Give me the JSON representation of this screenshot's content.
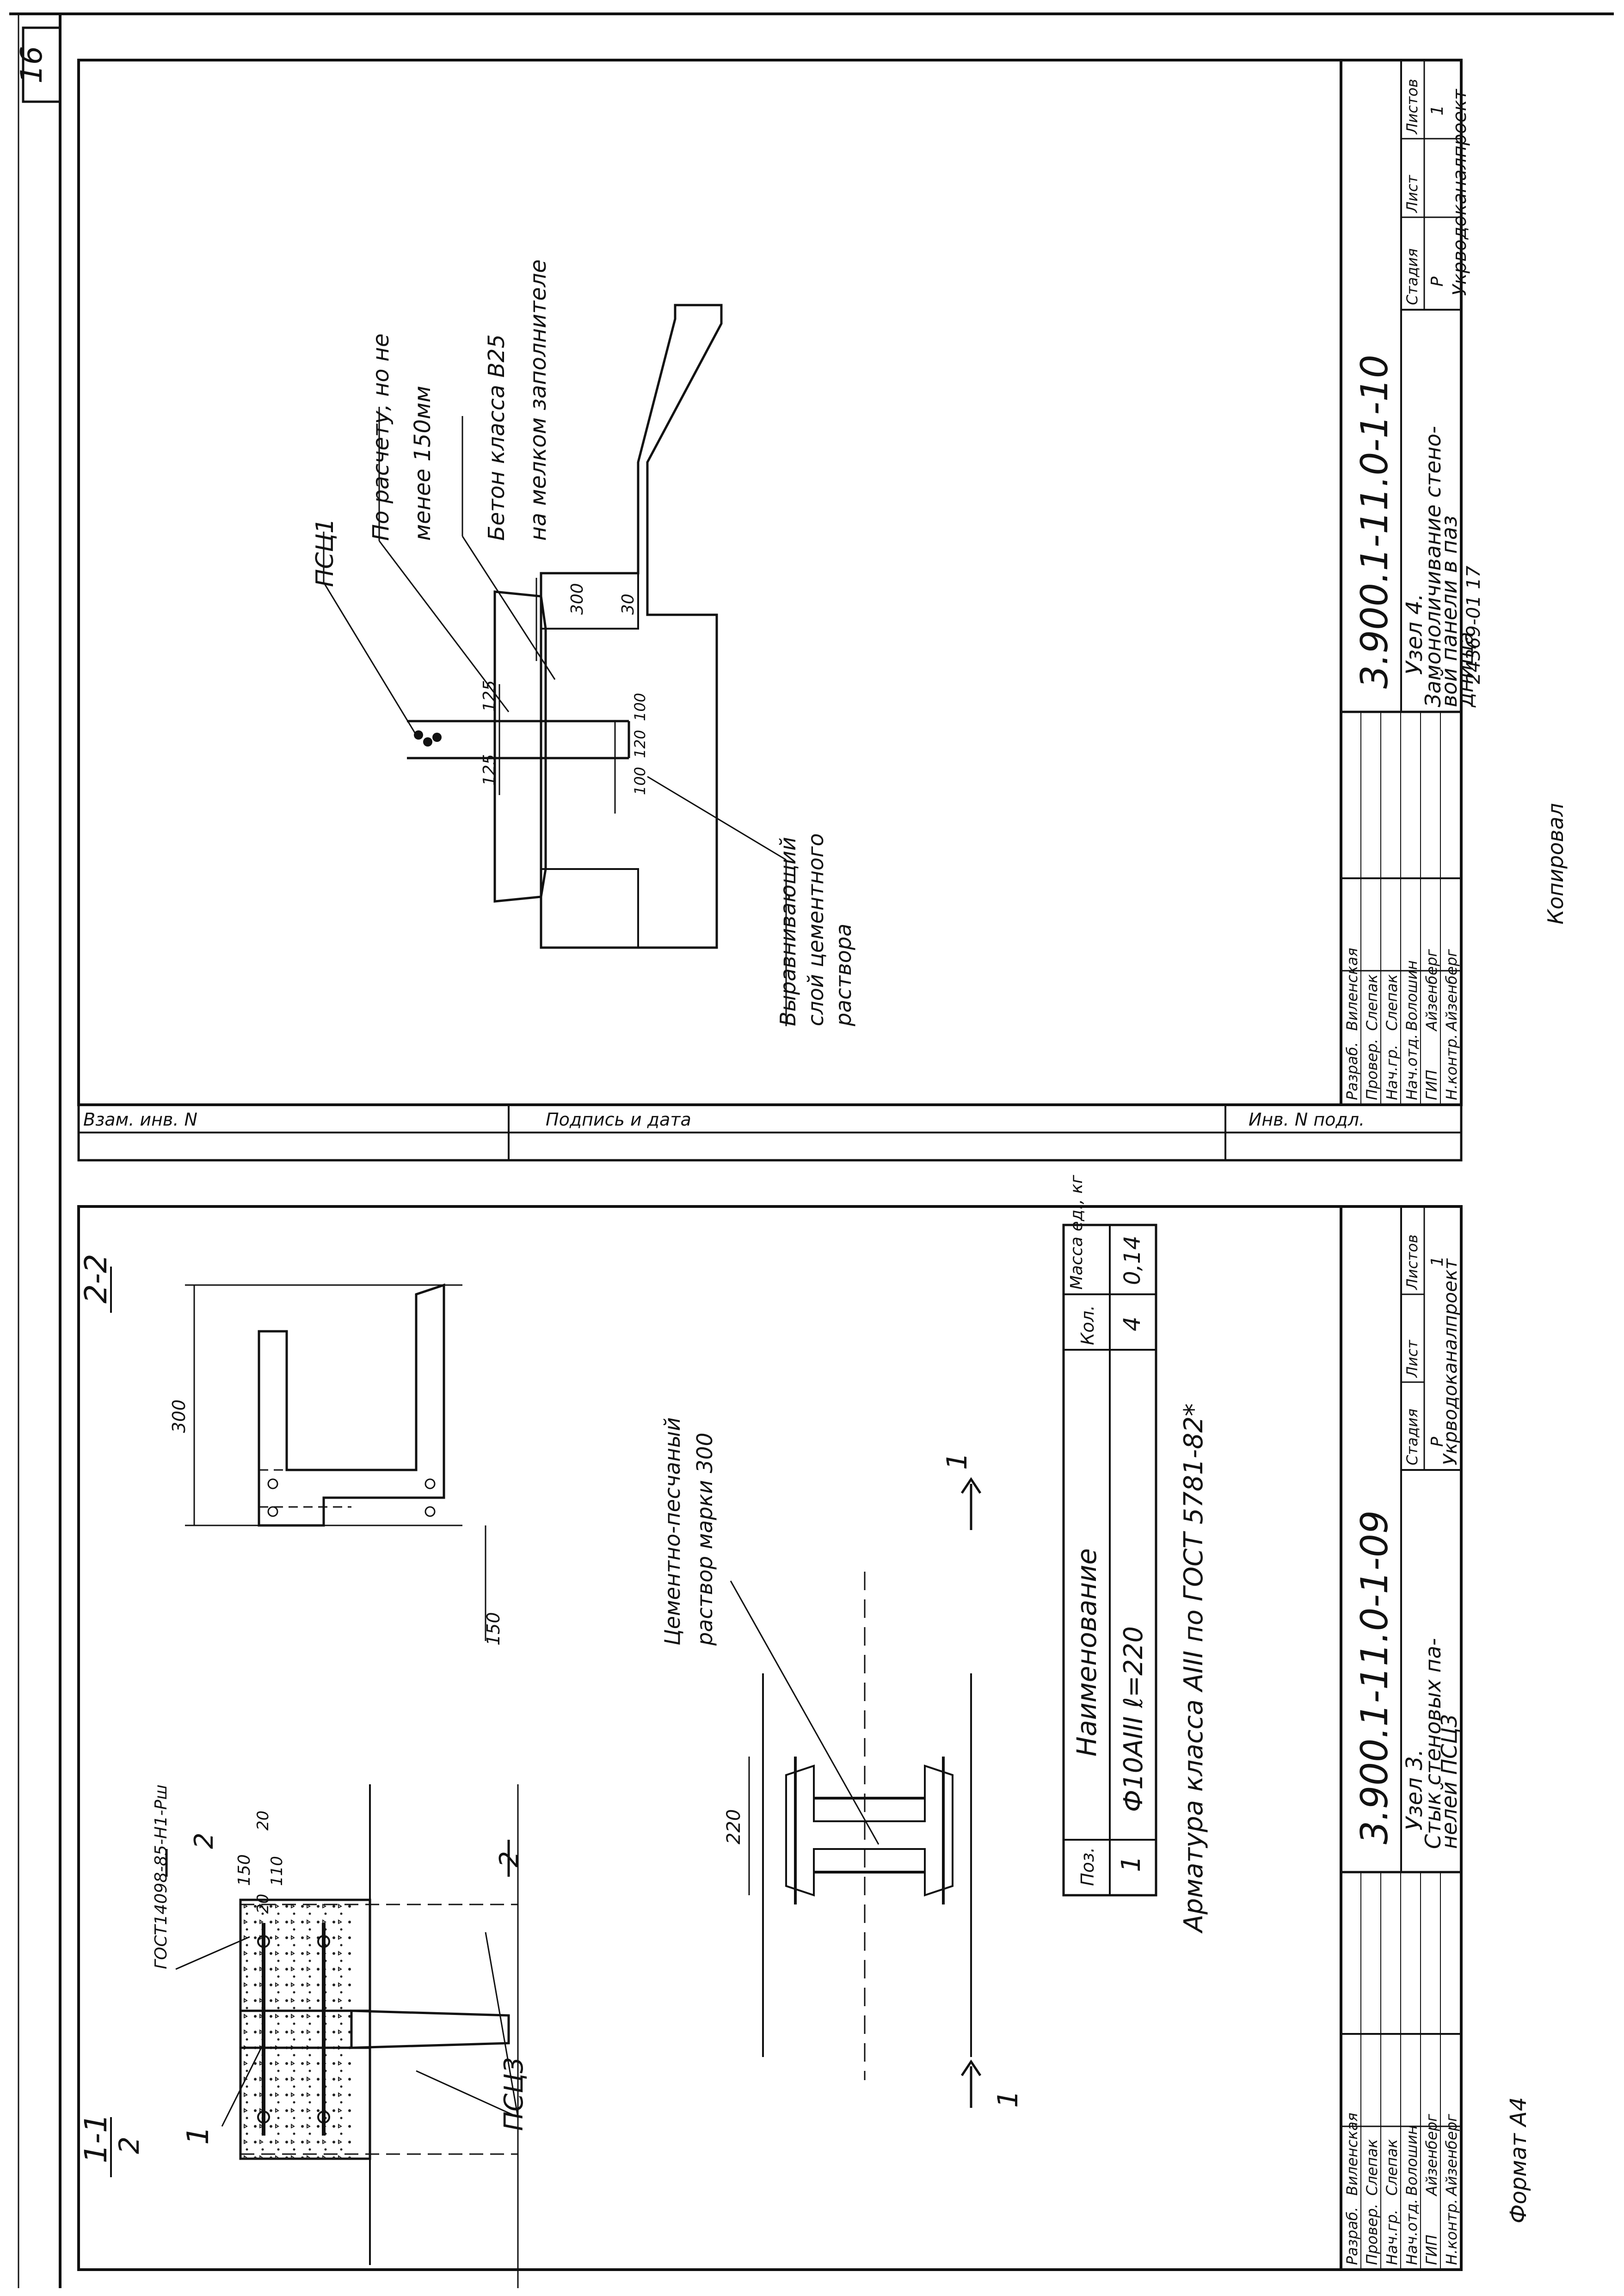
{
  "page_number": "16",
  "format_label": "Формат А4",
  "copied_label": "Копировал",
  "side_strip": [
    "Инв. N подл.",
    "Подпись и дата",
    "Взам. инв. N"
  ],
  "sheet_top": {
    "title_block": {
      "code": "3.900.1-11.0-1-10",
      "title_lines": [
        "Узел 4.",
        "Замоноличивание стено-",
        "вой панели в паз",
        "днища"
      ],
      "headers": [
        "Стадия",
        "Лист",
        "Листов"
      ],
      "values": [
        "Р",
        "",
        "1"
      ],
      "org": "Укрводоканалпроект",
      "doc_number": "24369-01  17",
      "staff": [
        {
          "role": "Разраб.",
          "name": "Виленская"
        },
        {
          "role": "Провер.",
          "name": "Слепак"
        },
        {
          "role": "Нач.гр.",
          "name": "Слепак"
        },
        {
          "role": "Нач.отд.",
          "name": "Волошин"
        },
        {
          "role": "ГИП",
          "name": "Айзенберг"
        },
        {
          "role": "Н.контр.",
          "name": "Айзенберг"
        }
      ]
    },
    "drawing": {
      "callout_1": "ПСЦ1",
      "callout_2a": "По расчету, но не",
      "callout_2b": "менее  150мм",
      "callout_3a": "Бетон класса  В25",
      "callout_3b": "на мелком заполнителе",
      "callout_4a": "Выравнивающий",
      "callout_4b": "слой цементного",
      "callout_4c": "раствора",
      "dim_300": "300",
      "dim_30": "30",
      "dim_125a": "125",
      "dim_125b": "125",
      "dim_100a": "100",
      "dim_100b": "100",
      "dim_120": "120"
    }
  },
  "sheet_bottom": {
    "title_block": {
      "code": "3.900.1-11.0-1-09",
      "title_lines": [
        "Узел 3.",
        "Стык стеновых па-",
        "нелей  ПСЦ3"
      ],
      "headers": [
        "Стадия",
        "Лист",
        "Листов"
      ],
      "values": [
        "Р",
        "",
        "1"
      ],
      "org": "Укрводоканалпроект",
      "staff": [
        {
          "role": "Разраб.",
          "name": "Виленская"
        },
        {
          "role": "Провер.",
          "name": "Слепак"
        },
        {
          "role": "Нач.гр.",
          "name": "Слепак"
        },
        {
          "role": "Нач.отд.",
          "name": "Волошин"
        },
        {
          "role": "ГИП",
          "name": "Айзенберг"
        },
        {
          "role": "Н.контр.",
          "name": "Айзенберг"
        }
      ]
    },
    "section_11": "1-1",
    "section_11_sub": "2",
    "section_22": "2-2",
    "gost_label": "ГОСТ14098-85-Н1-Рш",
    "pos_mark": "1",
    "psc3": "ПСЦ3",
    "cut_mark_1": "1",
    "cut_mark_2": "2",
    "dim_150a": "150",
    "dim_110": "110",
    "dim_20a": "20",
    "dim_20b": "20",
    "dim_300": "300",
    "dim_150b": "150",
    "dim_220": "220",
    "mortar_a": "Цементно-песчаный",
    "mortar_b": "раствор марки 300",
    "spec": {
      "headers": [
        "Поз.",
        "Наименование",
        "Кол.",
        "Масса ед., кг"
      ],
      "rows": [
        [
          "1",
          "Ф10АIII   ℓ=220",
          "4",
          "0,14"
        ]
      ]
    },
    "rebar_note": "Арматура класса АIII по ГОСТ 5781-82*"
  }
}
